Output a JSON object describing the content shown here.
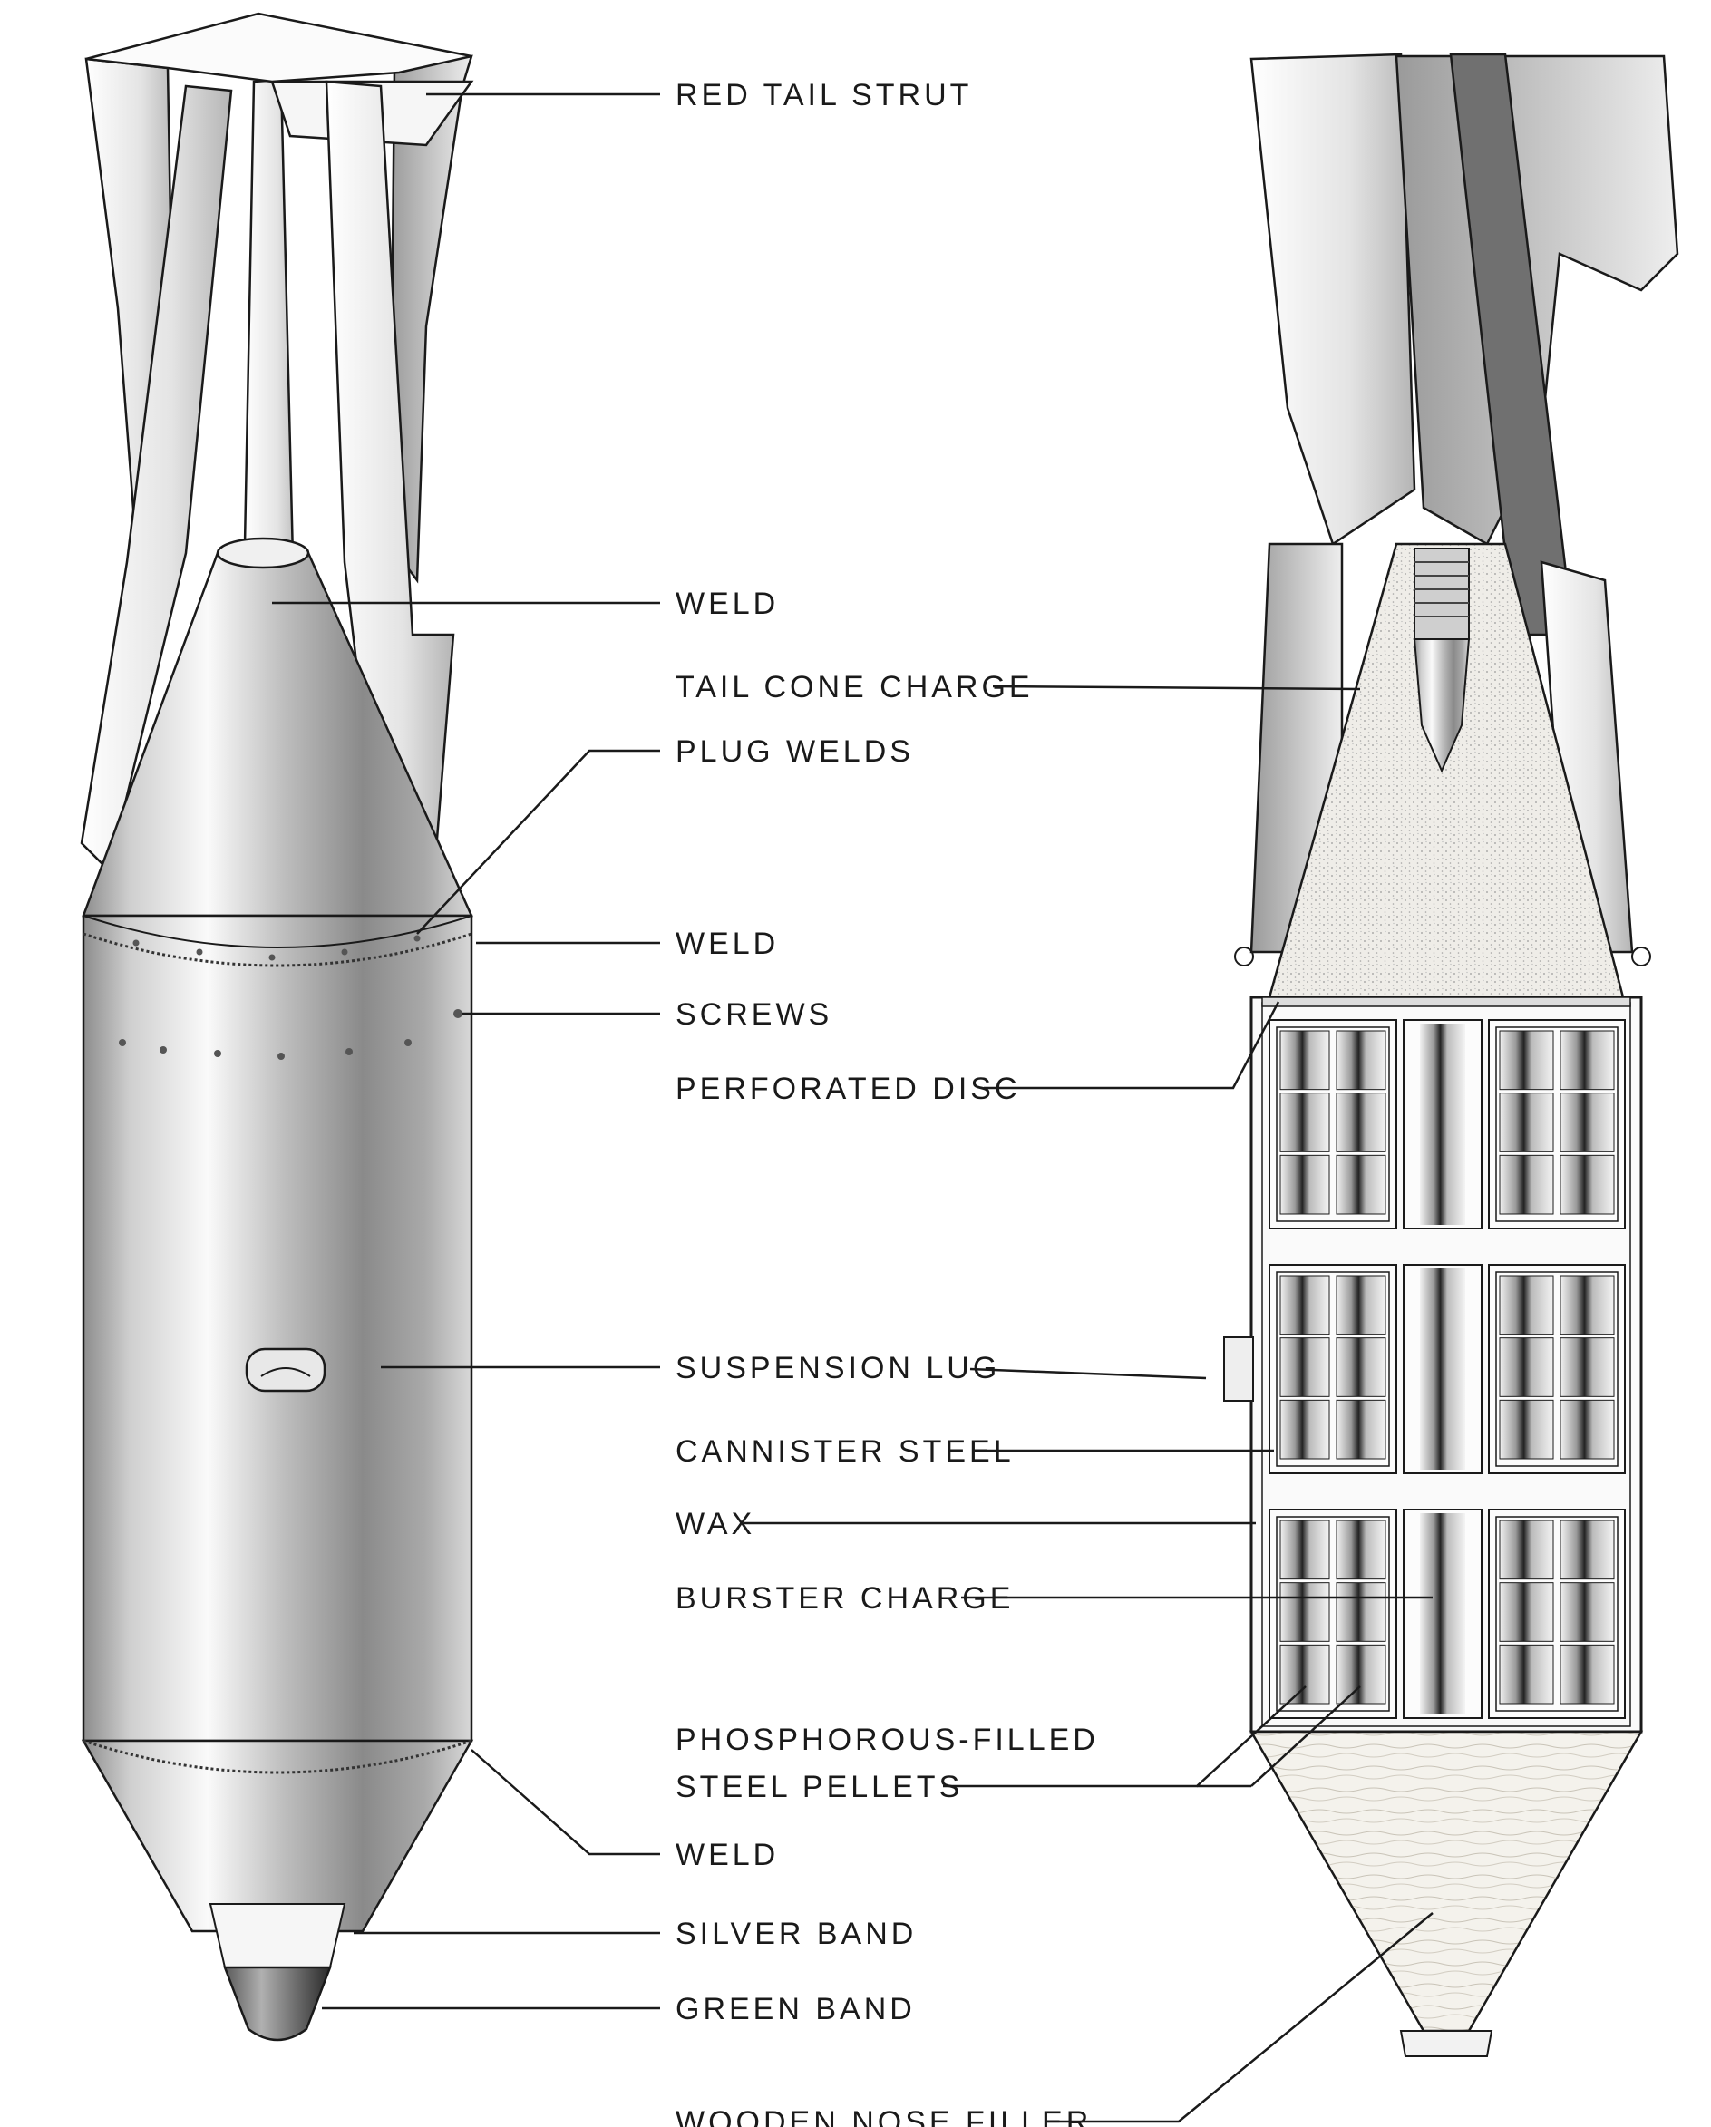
{
  "external_view": {
    "labels": [
      {
        "id": "red_tail_strut",
        "text": "RED TAIL STRUT"
      },
      {
        "id": "weld_tail",
        "text": "WELD"
      },
      {
        "id": "plug_welds",
        "text": "PLUG WELDS"
      },
      {
        "id": "weld_upper",
        "text": "WELD"
      },
      {
        "id": "screws",
        "text": "SCREWS"
      },
      {
        "id": "suspension_lug",
        "text": "SUSPENSION LUG"
      },
      {
        "id": "weld_lower",
        "text": "WELD"
      },
      {
        "id": "silver_band",
        "text": "SILVER BAND"
      },
      {
        "id": "green_band",
        "text": "GREEN BAND"
      }
    ]
  },
  "section_view": {
    "labels": [
      {
        "id": "tail_cone_charge",
        "text": "TAIL CONE CHARGE"
      },
      {
        "id": "perforated_disc",
        "text": "PERFORATED DISC"
      },
      {
        "id": "cannister_steel",
        "text": "CANNISTER STEEL"
      },
      {
        "id": "wax",
        "text": "WAX"
      },
      {
        "id": "burster_charge",
        "text": "BURSTER CHARGE"
      },
      {
        "id": "phosphorous_line1",
        "text": "PHOSPHOROUS-FILLED"
      },
      {
        "id": "phosphorous_line2",
        "text": "STEEL PELLETS"
      },
      {
        "id": "wooden_nose_filler",
        "text": "WOODEN NOSE FILLER"
      }
    ]
  },
  "colors": {
    "ink": "#1a1a1a",
    "paper": "#ffffff",
    "metal_dark": "#6e6e6e",
    "metal_light": "#f4f4f4",
    "stipple": "#e9e7e2",
    "wood": "#f1efe9"
  }
}
